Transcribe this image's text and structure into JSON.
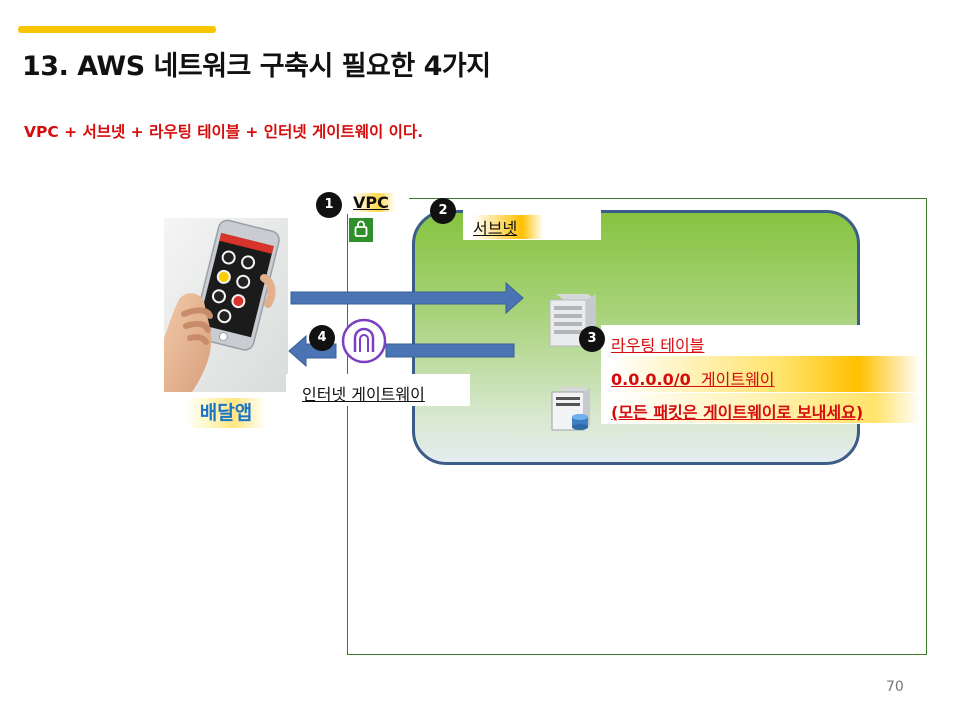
{
  "slide": {
    "title": "13. AWS 네트워크 구축시 필요한 4가지",
    "subtitle": "VPC + 서브넷 + 라우팅 테이블 + 인터넷 게이트웨이 이다.",
    "page_number": "70",
    "accent_color": "#f7c600"
  },
  "diagram": {
    "client_label": "배달앱",
    "steps": [
      {
        "number": "1",
        "label": "VPC"
      },
      {
        "number": "2",
        "label": "서브넷"
      },
      {
        "number": "3",
        "label": "라우팅 테이블"
      },
      {
        "number": "4",
        "label": "인터넷 게이트웨이"
      }
    ],
    "route_table": {
      "route": "0.0.0.0/0",
      "target": "게이트웨이",
      "note": "(모든 패킷은 게이트웨이로 보내세요)"
    },
    "colors": {
      "vpc_border": "#3c7a2a",
      "subnet_fill": "#86c440",
      "subnet_border": "#3b5d87",
      "arrow": "#4a74b4",
      "gateway_icon": "#7b3fbf",
      "highlight_text": "#d60c0c"
    },
    "icons": [
      "vpc-icon",
      "smartphone-image",
      "internet-gateway-icon",
      "server-icon",
      "database-server-icon"
    ]
  }
}
